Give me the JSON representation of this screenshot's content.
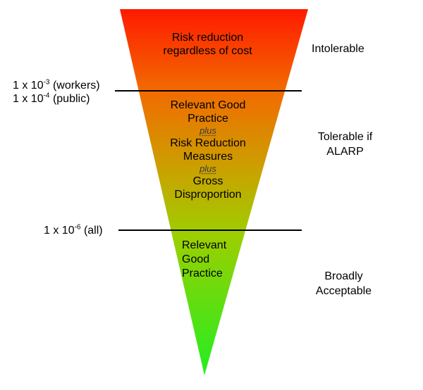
{
  "zones": {
    "top": {
      "lines": [
        "Risk reduction",
        "regardless of cost"
      ]
    },
    "middle": {
      "line1": "Relevant Good",
      "line2": "Practice",
      "plus1": "plus",
      "line3": "Risk Reduction",
      "line4": "Measures",
      "plus2": "plus",
      "line5": "Gross",
      "line6": "Disproportion"
    },
    "bottom": {
      "lines": [
        "Relevant",
        "Good",
        "Practice"
      ]
    }
  },
  "categories": {
    "intolerable": "Intolerable",
    "tolerable_line1": "Tolerable if",
    "tolerable_line2": "ALARP",
    "broadly_line1": "Broadly",
    "broadly_line2": "Acceptable"
  },
  "thresholds": {
    "workers": {
      "base": "1 x 10",
      "exp": "-3",
      "suffix": " (workers)"
    },
    "public": {
      "base": "1 x 10",
      "exp": "-4",
      "suffix": " (public)"
    },
    "all": {
      "base": "1 x 10",
      "exp": "-6",
      "suffix": " (all)"
    }
  },
  "colors": {
    "top": "#ff1a00",
    "upper_mid": "#f26a00",
    "middle": "#c8a400",
    "lower_mid": "#9ccf00",
    "bottom": "#22ee22",
    "line": "#000000"
  }
}
